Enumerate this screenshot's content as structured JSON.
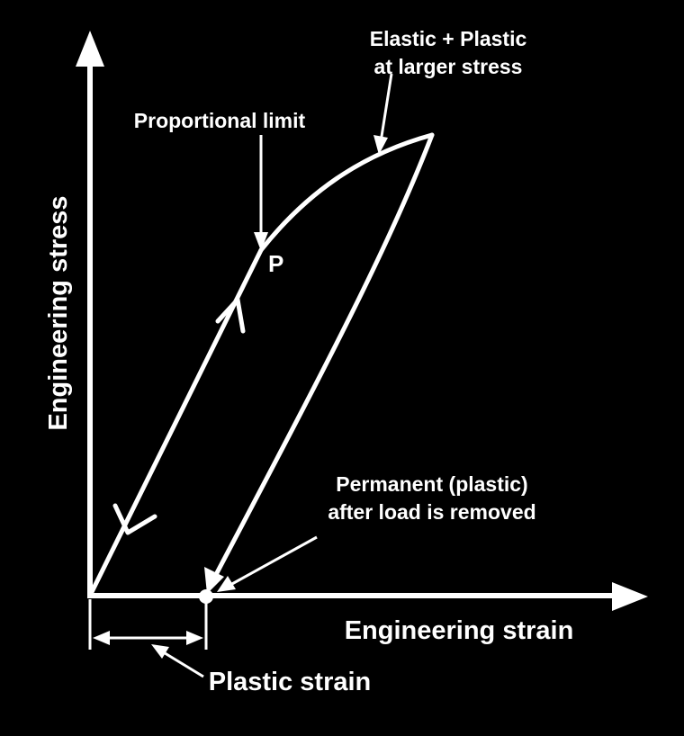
{
  "diagram": {
    "x_axis_label": "Engineering strain",
    "y_axis_label": "Engineering stress",
    "point_label": "P",
    "annotations": {
      "elastic_plastic_line1": "Elastic + Plastic",
      "elastic_plastic_line2": "at larger stress",
      "proportional_limit": "Proportional limit",
      "permanent_line1": "Permanent (plastic)",
      "permanent_line2": "after load is removed",
      "plastic_strain": "Plastic strain"
    },
    "colors": {
      "background": "#000000",
      "foreground": "#ffffff"
    }
  }
}
